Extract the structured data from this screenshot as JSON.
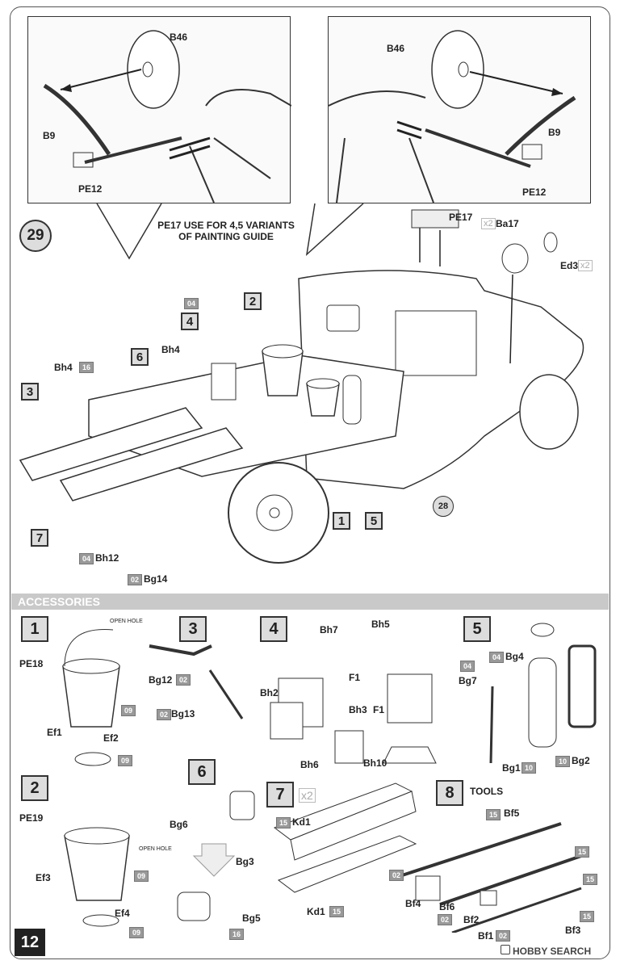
{
  "page_number": "12",
  "step_main": "29",
  "note_pe17": "PE17 USE FOR 4,5 VARIANTS OF PAINTING GUIDE",
  "accessories_title": "ACCESSORIES",
  "open_hole": "OPEN HOLE",
  "tools_title": "TOOLS",
  "x2": "x2",
  "watermark": "HOBBY SEARCH",
  "inset_left": {
    "p1": "B46",
    "p2": "B9",
    "p3": "PE12"
  },
  "inset_right": {
    "p1": "B46",
    "p2": "B9",
    "p3": "PE12"
  },
  "main_parts": {
    "pe17": "PE17",
    "ba17": "Ba17",
    "ed3": "Ed3",
    "bh4a": "Bh4",
    "bh4b": "Bh4",
    "bh12": "Bh12",
    "bg14": "Bg14",
    "s28": "28",
    "box1": "1",
    "box2": "2",
    "box3": "3",
    "box4": "4",
    "box5": "5",
    "box6": "6",
    "box7": "7"
  },
  "main_tags": {
    "t04": "04",
    "t16": "16",
    "t04b": "04",
    "t02": "02"
  },
  "acc": {
    "s1": "1",
    "s2": "2",
    "s3": "3",
    "s4": "4",
    "s5": "5",
    "s6": "6",
    "s7": "7",
    "s8": "8",
    "pe18": "PE18",
    "ef1": "Ef1",
    "ef2": "Ef2",
    "pe19": "PE19",
    "ef3": "Ef3",
    "ef4": "Ef4",
    "bg12": "Bg12",
    "bg13": "Bg13",
    "bh7": "Bh7",
    "bh5": "Bh5",
    "bh2": "Bh2",
    "bh3": "Bh3",
    "f1a": "F1",
    "f1b": "F1",
    "bh6": "Bh6",
    "bh10": "Bh10",
    "bg4": "Bg4",
    "bg7": "Bg7",
    "bg1": "Bg1",
    "bg2": "Bg2",
    "bg6": "Bg6",
    "bg3": "Bg3",
    "bg5": "Bg5",
    "kd1a": "Kd1",
    "kd1b": "Kd1",
    "bf5": "Bf5",
    "bf4": "Bf4",
    "bf6": "Bf6",
    "bf2": "Bf2",
    "bf1": "Bf1",
    "bf3": "Bf3",
    "t09a": "09",
    "t09b": "09",
    "t09c": "09",
    "t09d": "09",
    "t02a": "02",
    "t02b": "02",
    "t04a": "04",
    "t04b": "04",
    "t10a": "10",
    "t10b": "10",
    "t16": "16",
    "t15a": "15",
    "t15b": "15",
    "t15c": "15",
    "t15d": "15",
    "t15e": "15",
    "t15f": "15",
    "t02c": "02",
    "t02d": "02",
    "t02e": "02"
  }
}
